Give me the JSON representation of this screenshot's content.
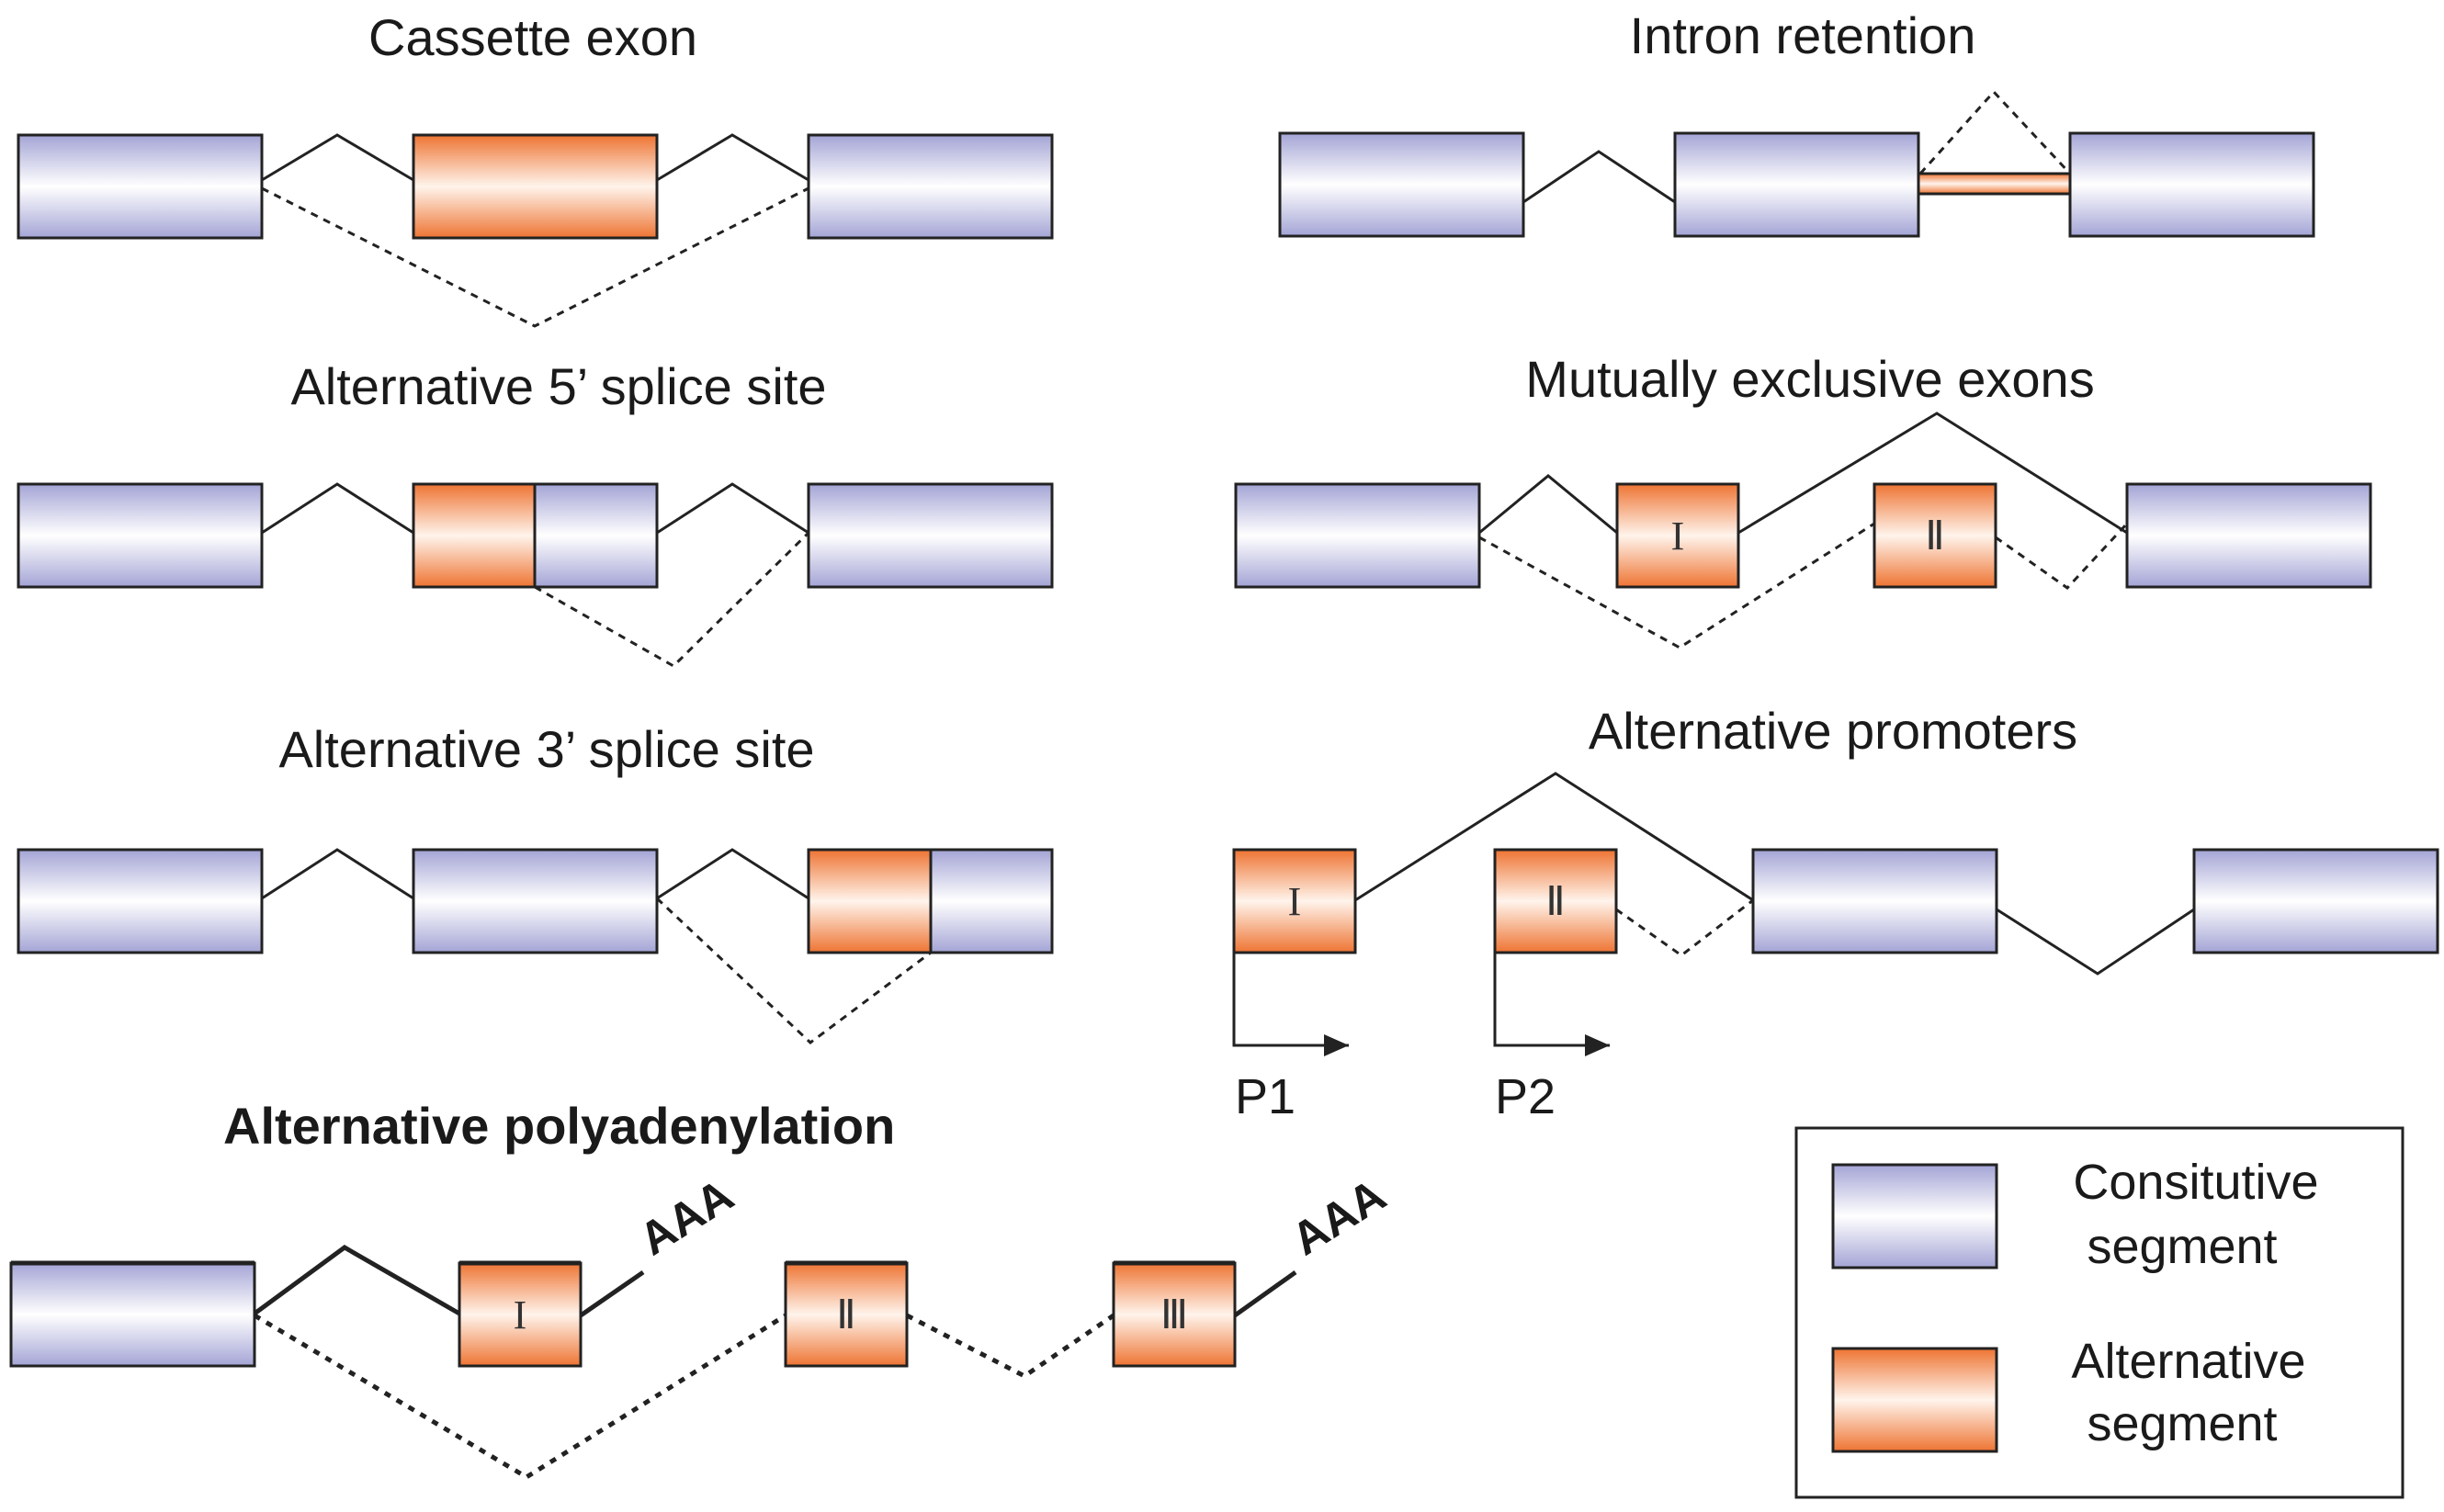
{
  "panels": {
    "cassette": {
      "title": "Cassette exon"
    },
    "intron_retention": {
      "title": "Intron retention"
    },
    "alt5": {
      "title": "Alternative 5’ splice site"
    },
    "mutually_exclusive": {
      "title": "Mutually exclusive exons",
      "exon1": "I",
      "exon2": "Ⅱ"
    },
    "alt3": {
      "title": "Alternative 3’ splice site"
    },
    "promoters": {
      "title": "Alternative promoters",
      "exon1": "I",
      "exon2": "Ⅱ",
      "p1": "P1",
      "p2": "P2"
    },
    "polyadenylation": {
      "title": "Alternative polyadenylation",
      "exon1": "I",
      "exon2": "Ⅱ",
      "exon3": "Ⅲ",
      "polya1": "AAA",
      "polya2": "AAA"
    }
  },
  "legend": {
    "constitutive_line1": "Consitutive",
    "constitutive_line2": "segment",
    "alternative_line1": "Alternative",
    "alternative_line2": "segment"
  },
  "colors": {
    "constitutive": "#a9a9d8",
    "alternative": "#ee7a3c",
    "line": "#222222"
  }
}
